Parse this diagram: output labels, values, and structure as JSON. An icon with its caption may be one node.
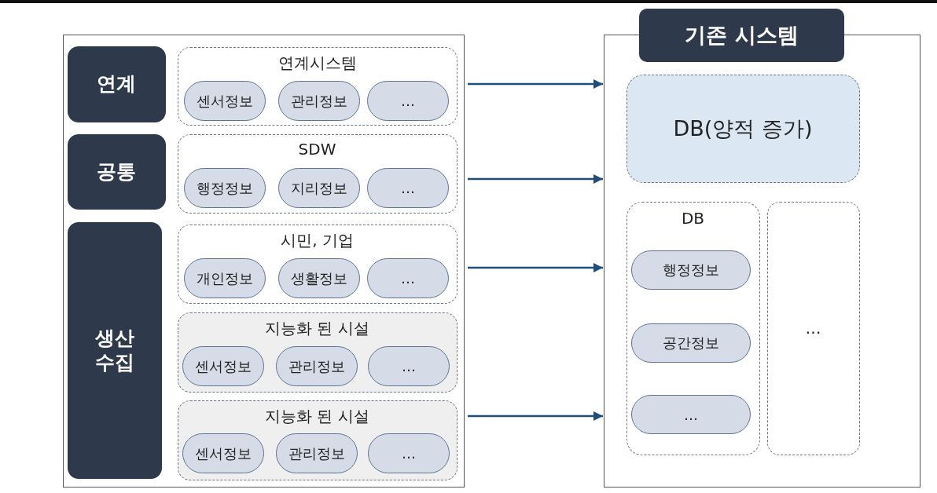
{
  "diagram": {
    "nodes": [
      {
        "text": [],
        "shape": "box"
      },
      {
        "text": [
          "연계"
        ],
        "in": 0
      },
      {
        "text": [
          "연계시스템"
        ],
        "in": 0
      },
      {
        "text": [
          "센서정보"
        ],
        "in": 2
      },
      {
        "text": [
          "관리정보"
        ],
        "in": 2
      },
      {
        "text": [
          "…"
        ],
        "in": 2
      },
      {
        "text": [
          "공통"
        ],
        "in": 0
      },
      {
        "text": [
          "SDW"
        ],
        "in": 0
      },
      {
        "text": [
          "행정정보"
        ],
        "in": 7
      },
      {
        "text": [
          "지리정보"
        ],
        "in": 7
      },
      {
        "text": [
          "…"
        ],
        "in": 7
      },
      {
        "text": [
          "생산 수집"
        ],
        "in": 0
      },
      {
        "text": [
          "시민, 기업"
        ],
        "in": 0
      },
      {
        "text": [
          "개인정보"
        ],
        "in": 12
      },
      {
        "text": [
          "생활정보"
        ],
        "in": 12
      },
      {
        "text": [
          "…"
        ],
        "in": 12
      },
      {
        "text": [
          "지능화 된 시설"
        ],
        "in": 0
      },
      {
        "text": [
          "센서정보"
        ],
        "in": 16
      },
      {
        "text": [
          "관리정보"
        ],
        "in": 16
      },
      {
        "text": [
          "…"
        ],
        "in": 16
      },
      {
        "text": [
          "지능화 된 시설"
        ],
        "in": 0
      },
      {
        "text": [
          "센서정보"
        ],
        "in": 20
      },
      {
        "text": [
          "관리정보"
        ],
        "in": 20
      },
      {
        "text": [
          "…"
        ],
        "in": 20
      },
      {
        "text": [
          "기존 시스템"
        ]
      },
      {
        "text": [
          "DB(양적 증가)"
        ],
        "in": 24
      },
      {
        "text": [
          "DB"
        ],
        "in": 24
      },
      {
        "text": [
          "행정정보"
        ],
        "in": 26
      },
      {
        "text": [
          "공간정보"
        ],
        "in": 26
      },
      {
        "text": [
          "…"
        ],
        "in": 26
      },
      {
        "text": [
          "…"
        ],
        "in": 24
      }
    ],
    "edges": [
      {
        "from": 0,
        "to": 24,
        "arrow": "to"
      },
      {
        "from": 0,
        "to": 24,
        "arrow": "to"
      },
      {
        "from": 0,
        "to": 24,
        "arrow": "to"
      },
      {
        "from": 0,
        "to": 24,
        "arrow": "to"
      }
    ]
  }
}
